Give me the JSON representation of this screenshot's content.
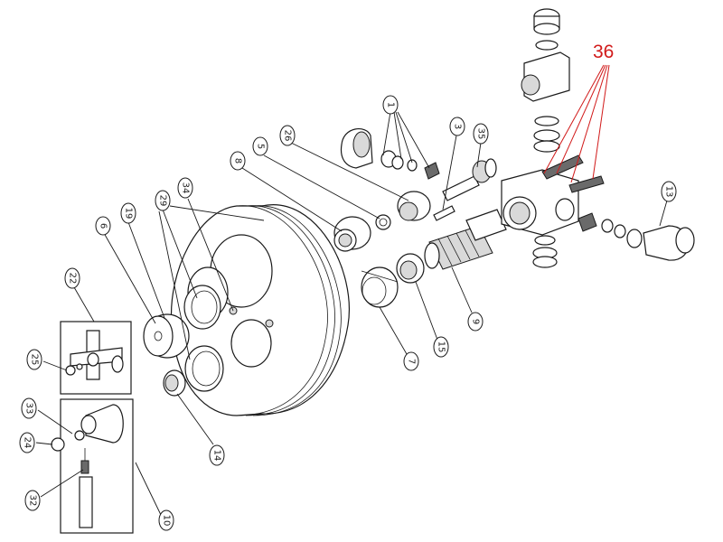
{
  "callouts": {
    "c1": "1",
    "c3": "3",
    "c35": "35",
    "c26": "26",
    "c5": "5",
    "c8": "8",
    "c34": "34",
    "c29": "29",
    "c19": "19",
    "c6": "6",
    "c22": "22",
    "c25": "25",
    "c33": "33",
    "c24": "24",
    "c32": "32",
    "c10": "10",
    "c14": "14",
    "c7": "7",
    "c15": "15",
    "c9": "9",
    "c13": "13"
  },
  "highlight": {
    "label": "36",
    "color": "#d11a1a"
  }
}
